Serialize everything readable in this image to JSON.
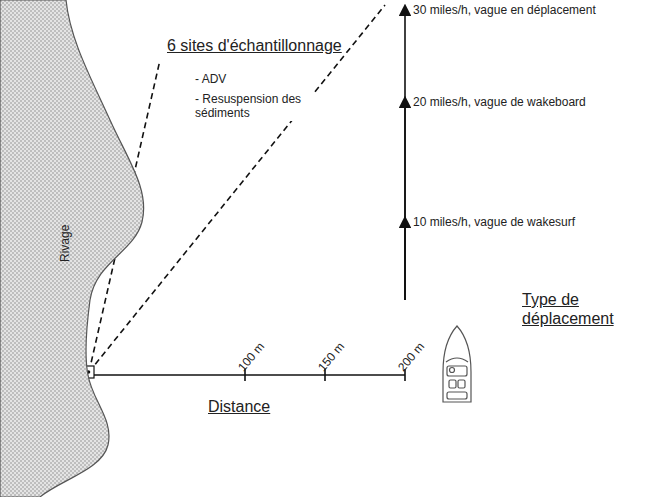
{
  "diagram": {
    "nodes": [
      {
        "text": [
          "Rivage"
        ]
      }
    ],
    "labels": [
      "6 sites d'échantillonnage",
      "- ADV",
      "- Resuspension des sédiments",
      "30 miles/h, vague en déplacement",
      "20 miles/h, vague de wakeboard",
      "10 miles/h, vague de wakesurf",
      "100 m",
      "150 m",
      "200 m",
      "Type de déplacement",
      "Distance"
    ]
  }
}
